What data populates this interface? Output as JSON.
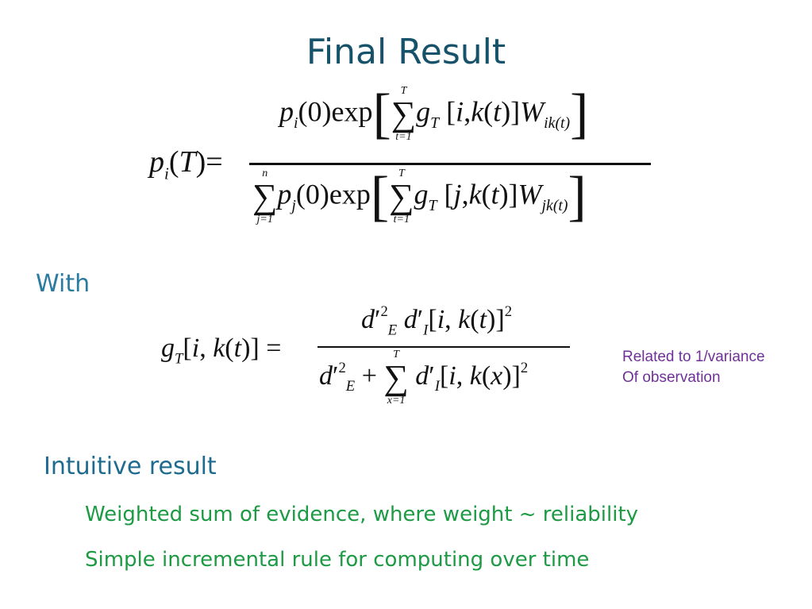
{
  "slide": {
    "title": "Final Result",
    "with_label": "With",
    "side_note": [
      "Related to 1/variance",
      "Of observation"
    ],
    "section_heading": "Intuitive result",
    "bullets": [
      "Weighted sum of evidence, where weight ~ reliability",
      "Simple incremental rule for computing over time"
    ]
  },
  "equations": {
    "eq1": {
      "lhs": "p_i(T) =",
      "numerator": "p_i(0) exp[ Σ_{t=1}^{T} g_T[i, k(t)] W_{ik(t)} ]",
      "denominator": "Σ_{j=1}^{n} p_j(0) exp[ Σ_{t=1}^{T} g_T[j, k(t)] W_{jk(t)} ]"
    },
    "eq2": {
      "lhs": "g_T[i, k(t)] =",
      "numerator": "d'_E^2 d'_I[i, k(t)]^2",
      "denominator": "d'_E^2 + Σ_{x=1}^{T} d'_I[i, k(x)]^2"
    }
  }
}
